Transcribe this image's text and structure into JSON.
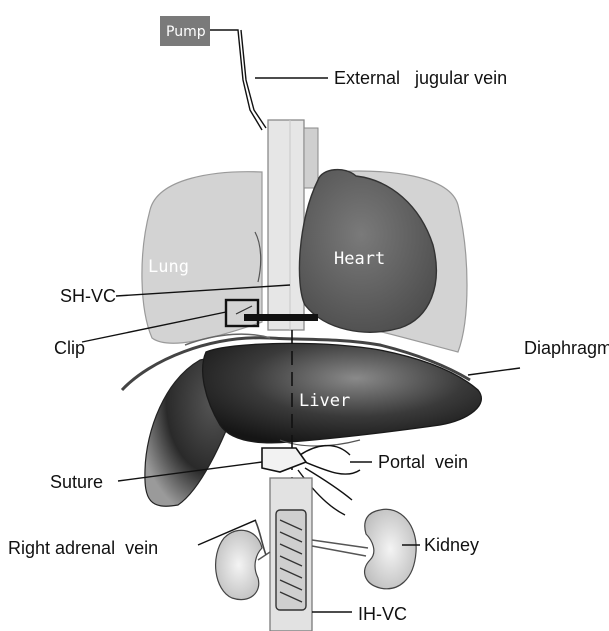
{
  "colors": {
    "lung": "#d0d0d0",
    "heart": "#6e6e6e",
    "liver_dark": "#2a2a2a",
    "vessel": "#e4e4e4",
    "pump_box": "#777777",
    "kidney": "#dedede"
  },
  "labels": {
    "pump": "Pump",
    "external_jugular_vein": "External   jugular vein",
    "lung": "Lung",
    "heart": "Heart",
    "sh_vc": "SH-VC",
    "clip": "Clip",
    "diaphragm": "Diaphragm",
    "liver": "Liver",
    "suture": "Suture",
    "portal_vein": "Portal  vein",
    "right_adrenal_vein": "Right adrenal  vein",
    "kidney": "Kidney",
    "ih_vc": "IH-VC"
  }
}
